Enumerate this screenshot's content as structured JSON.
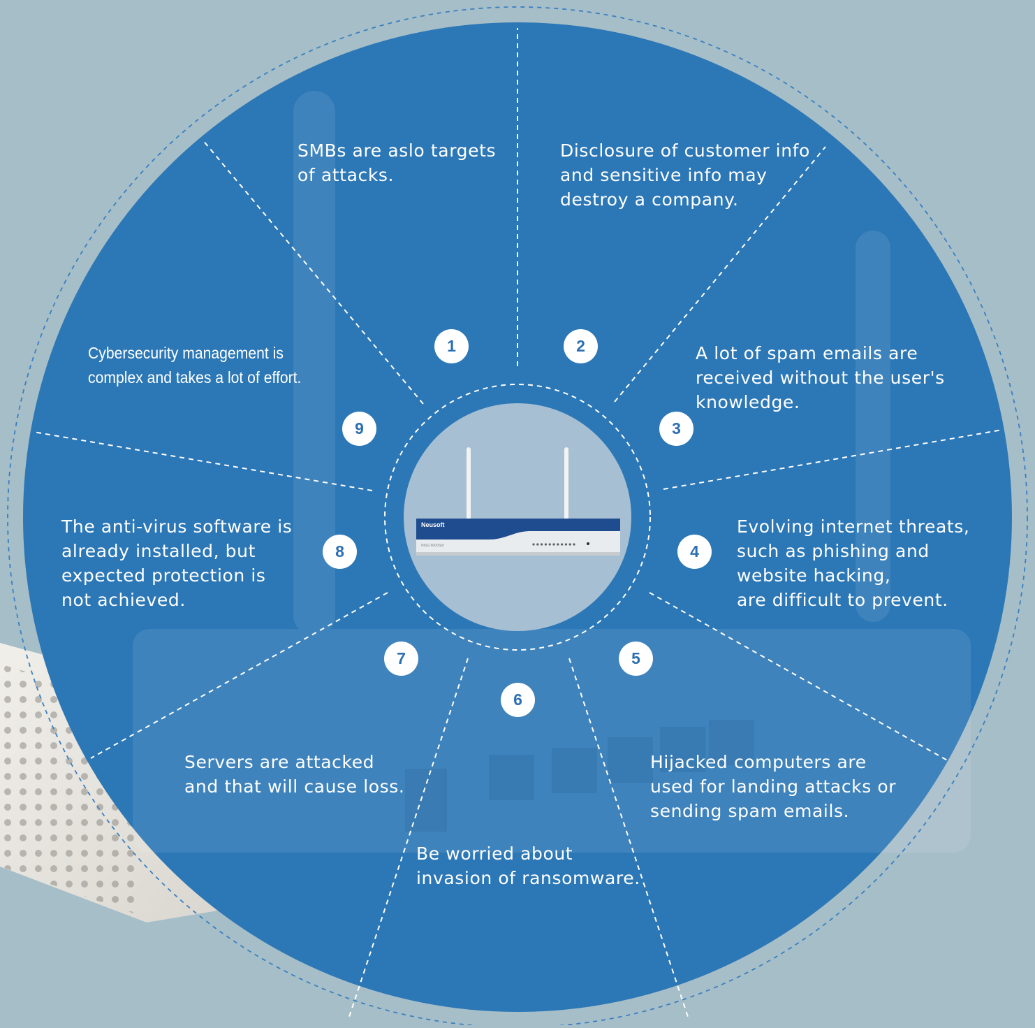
{
  "device": {
    "brand": "Neusoft",
    "model": "NISG 6000Std"
  },
  "segments": [
    {
      "number": "1",
      "lines": [
        "SMBs are aslo targets",
        "of attacks."
      ]
    },
    {
      "number": "2",
      "lines": [
        "Disclosure of customer info",
        "and sensitive info may",
        "destroy a company."
      ]
    },
    {
      "number": "3",
      "lines": [
        "A lot of spam emails are",
        "received without the user's",
        "knowledge."
      ]
    },
    {
      "number": "4",
      "lines": [
        "Evolving internet threats,",
        "such as phishing and",
        "website hacking,",
        "are difficult to prevent."
      ]
    },
    {
      "number": "5",
      "lines": [
        "Hijacked computers are",
        "used for landing attacks or",
        "sending spam emails."
      ]
    },
    {
      "number": "6",
      "lines": [
        "Be worried about",
        "invasion of ransomware."
      ]
    },
    {
      "number": "7",
      "lines": [
        "Servers are attacked",
        "and that will cause loss."
      ]
    },
    {
      "number": "8",
      "lines": [
        "The anti-virus software is",
        "already installed, but",
        "expected protection is",
        "not achieved."
      ]
    },
    {
      "number": "9",
      "lines": [
        "Cybersecurity management is",
        "complex and takes a lot of effort."
      ]
    }
  ],
  "colors": {
    "background": "#a6bec8",
    "disc": "#2c77b6",
    "hub": "#a6bfd2",
    "badge_text": "#2c6fb2",
    "divider": "#ffffff",
    "outer_ring": "#3a7fc0"
  }
}
